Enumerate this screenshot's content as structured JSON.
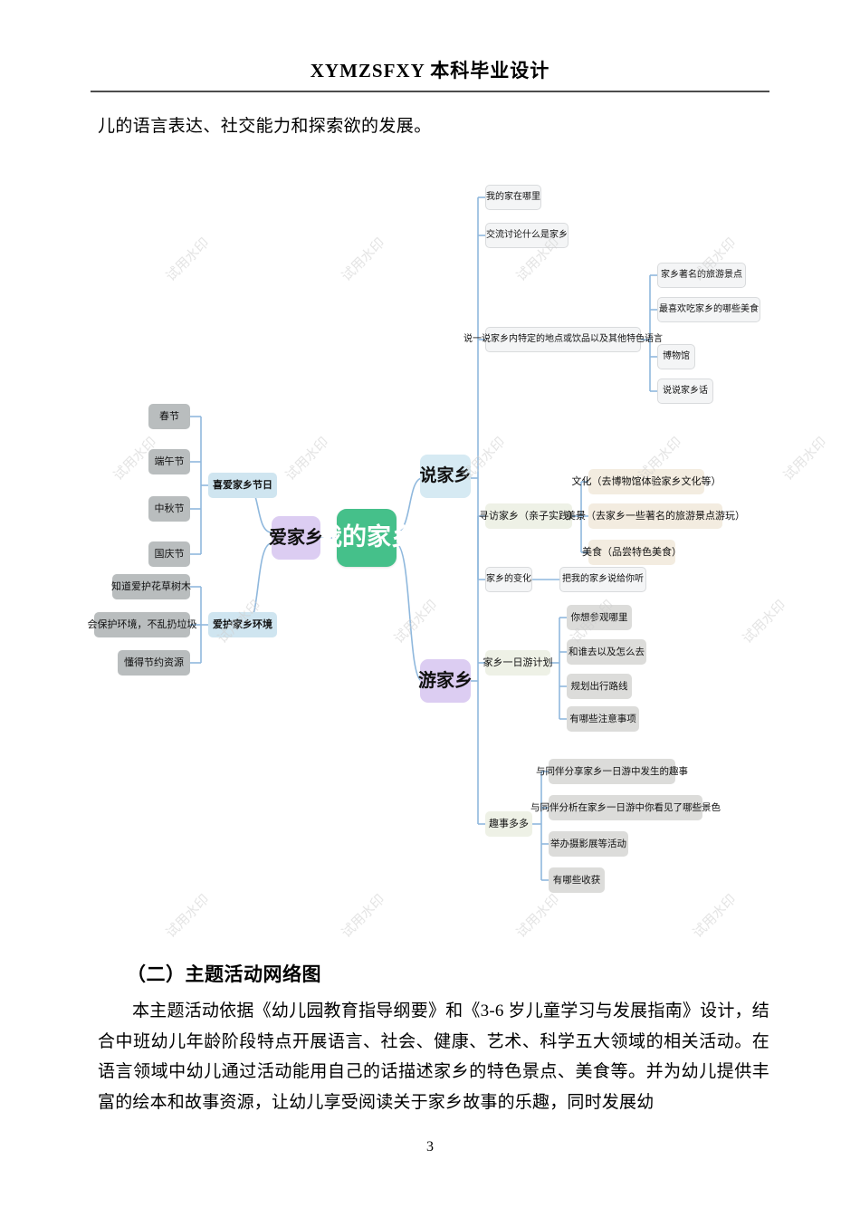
{
  "document": {
    "header_title": "XYMZSFXY 本科毕业设计",
    "lead_line": "儿的语言表达、社交能力和探索欲的发展。",
    "section_heading": "（二）主题活动网络图",
    "paragraph": "本主题活动依据《幼儿园教育指导纲要》和《3-6 岁儿童学习与发展指南》设计，结合中班幼儿年龄阶段特点开展语言、社会、健康、艺术、科学五大领域的相关活动。在语言领域中幼儿通过活动能用自己的话描述家乡的特色景点、美食等。并为幼儿提供丰富的绘本和故事资源，让幼儿享受阅读关于家乡故事的乐趣，同时发展幼",
    "page_number": "3",
    "watermark_text": "试用水印"
  },
  "mindmap": {
    "center": {
      "label": "我的家乡",
      "color": "#45c08a"
    },
    "branches": {
      "shuo": {
        "label": "说家乡",
        "color": "#d6eaf3"
      },
      "ai": {
        "label": "爱家乡",
        "color": "#dccdf2"
      },
      "you": {
        "label": "游家乡",
        "color": "#dccdf2"
      }
    },
    "shuo_children": [
      {
        "label": "我的家在哪里"
      },
      {
        "label": "交流讨论什么是家乡"
      },
      {
        "label": "说一说家乡内特定的地点或饮品以及其他特色语言"
      },
      {
        "label": "家乡的变化"
      }
    ],
    "shuo_grandchildren": [
      {
        "label": "家乡著名的旅游景点"
      },
      {
        "label": "最喜欢吃家乡的哪些美食"
      },
      {
        "label": "博物馆"
      },
      {
        "label": "说说家乡话"
      }
    ],
    "bianhua_child": {
      "label": "把我的家乡说给你听"
    },
    "ai_children": [
      {
        "label": "喜爱家乡节日"
      },
      {
        "label": "爱护家乡环境"
      }
    ],
    "jieri_children": [
      {
        "label": "春节"
      },
      {
        "label": "端午节"
      },
      {
        "label": "中秋节"
      },
      {
        "label": "国庆节"
      }
    ],
    "huanjing_children": [
      {
        "label": "知道爱护花草树木"
      },
      {
        "label": "会保护环境，不乱扔垃圾"
      },
      {
        "label": "懂得节约资源"
      }
    ],
    "you_children": [
      {
        "label": "寻访家乡（亲子实践）"
      },
      {
        "label": "家乡一日游计划"
      },
      {
        "label": "趣事多多"
      }
    ],
    "xunfang_children": [
      {
        "label": "文化（去博物馆体验家乡文化等）"
      },
      {
        "label": "美景（去家乡一些著名的旅游景点游玩）"
      },
      {
        "label": "美食（品尝特色美食）"
      }
    ],
    "jihua_children": [
      {
        "label": "你想参观哪里"
      },
      {
        "label": "和谁去以及怎么去"
      },
      {
        "label": "规划出行路线"
      },
      {
        "label": "有哪些注意事项"
      }
    ],
    "qushi_children": [
      {
        "label": "与同伴分享家乡一日游中发生的趣事"
      },
      {
        "label": "与同伴分析在家乡一日游中你看见了哪些景色"
      },
      {
        "label": "举办摄影展等活动"
      },
      {
        "label": "有哪些收获"
      }
    ]
  }
}
